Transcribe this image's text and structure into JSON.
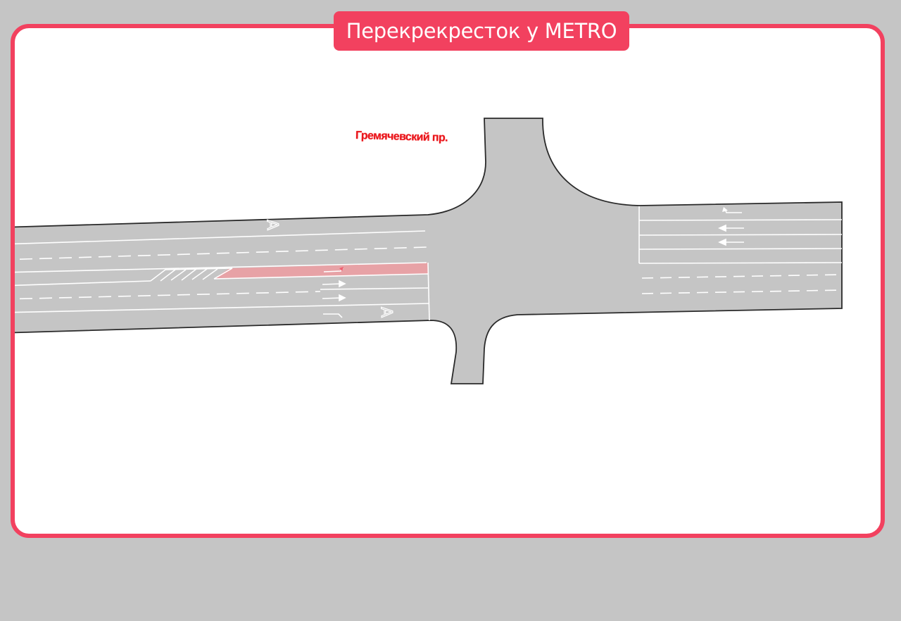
{
  "header": {
    "title": "Перекрекресток у METRO"
  },
  "map": {
    "street_label": "Гремячевский пр.",
    "colors": {
      "background": "#c5c5c5",
      "frame": "#f2415f",
      "road": "#c5c5c5",
      "road_edge": "#2a2a2a",
      "marking": "#ffffff",
      "highlight_lane": "#e7a2a6",
      "label": "#e8161c"
    },
    "icons": {
      "arrow": "lane-arrow-icon",
      "turn_arrow": "lane-turn-arrow-icon",
      "bus_lane": "bus-lane-letter-a"
    },
    "lane_letters": [
      "А",
      "А"
    ]
  }
}
